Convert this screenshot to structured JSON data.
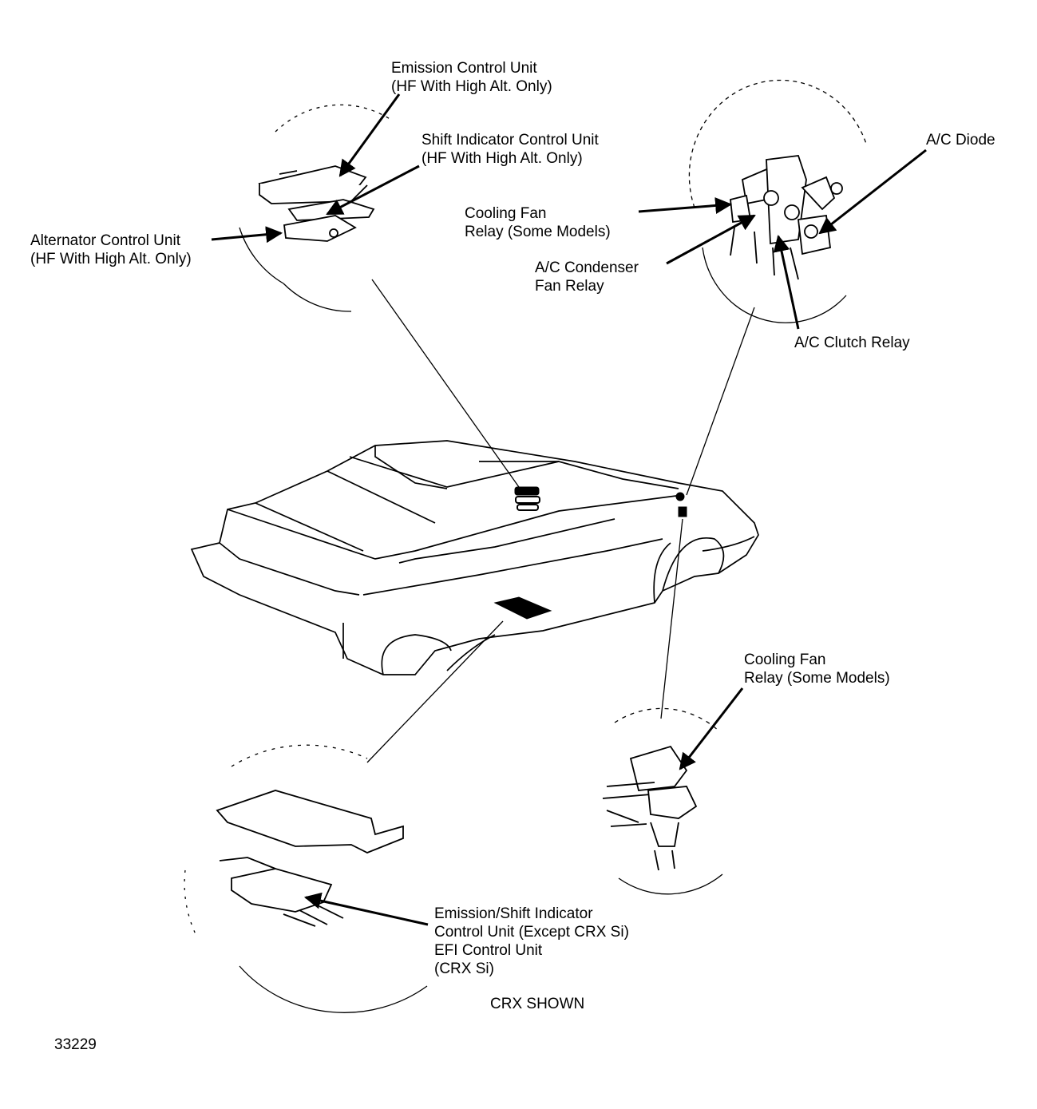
{
  "labels": {
    "emission_control_unit": [
      "Emission Control Unit",
      "(HF With High Alt. Only)"
    ],
    "shift_indicator_control_unit": [
      "Shift Indicator Control Unit",
      "(HF With High Alt. Only)"
    ],
    "alternator_control_unit": [
      "Alternator Control Unit",
      "(HF With High Alt. Only)"
    ],
    "cooling_fan_relay_top": [
      "Cooling Fan",
      "Relay (Some Models)"
    ],
    "ac_diode": [
      "A/C Diode"
    ],
    "ac_condenser_fan_relay": [
      "A/C Condenser",
      "Fan Relay"
    ],
    "ac_clutch_relay": [
      "A/C Clutch Relay"
    ],
    "cooling_fan_relay_bottom": [
      "Cooling Fan",
      "Relay (Some Models)"
    ],
    "emission_shift_efi_unit": [
      "Emission/Shift Indicator",
      "Control Unit (Except CRX Si)",
      "EFI Control Unit",
      "(CRX Si)"
    ]
  },
  "caption": "CRX SHOWN",
  "figure_number": "33229"
}
